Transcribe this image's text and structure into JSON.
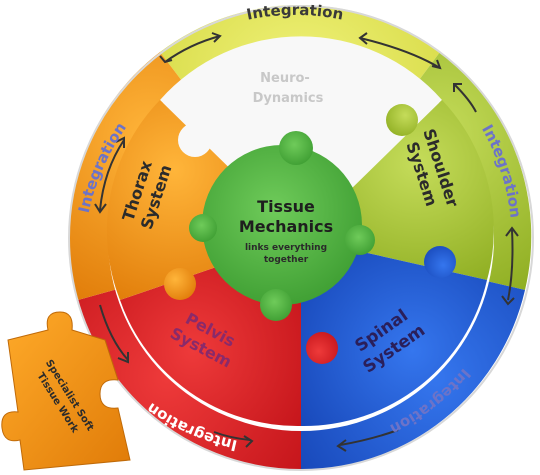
{
  "ring_labels": {
    "top": "Integration",
    "right": "Integration",
    "bottom_right": "Integration",
    "bottom_left": "Integration",
    "left": "Integration"
  },
  "pieces": {
    "neuro_line1": "Neuro-",
    "neuro_line2": "Dynamics",
    "thorax_line1": "Thorax",
    "thorax_line2": "System",
    "shoulder_line1": "Shoulder",
    "shoulder_line2": "System",
    "pelvis_line1": "Pelvis",
    "pelvis_line2": "System",
    "spinal_line1": "Spinal",
    "spinal_line2": "System"
  },
  "center": {
    "title_line1": "Tissue",
    "title_line2": "Mechanics",
    "subtitle_line1": "links everything",
    "subtitle_line2": "together"
  },
  "loose_piece": {
    "line1": "Specialist Soft",
    "line2": "Tissue Work"
  },
  "colors": {
    "integration_yellow": "#dfe34a",
    "orange": "#f0900f",
    "lime": "#a8c533",
    "red": "#de1f22",
    "blue": "#1f5fd9",
    "green": "#4fb13f",
    "white_piece": "#f7f7f7",
    "label_text": "#2b2b2b",
    "integration_text_blue": "#6c73c8"
  }
}
